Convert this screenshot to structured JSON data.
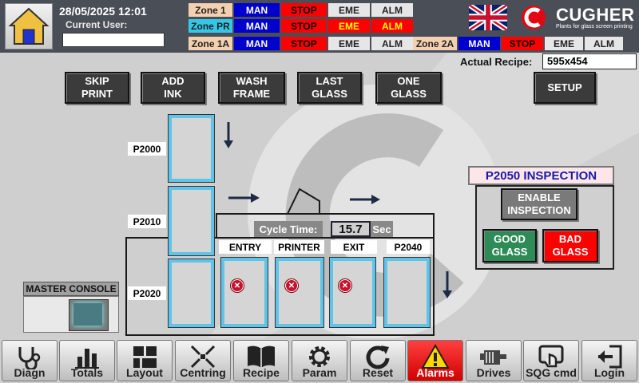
{
  "header": {
    "datetime": "28/05/2025 12:01",
    "current_user_label": "Current User:",
    "current_user_value": ""
  },
  "zones": {
    "zone1": {
      "label": "Zone 1",
      "man": "MAN",
      "stop": "STOP",
      "eme": "EME",
      "alm": "ALM"
    },
    "zonePR": {
      "label": "Zone PR",
      "man": "MAN",
      "stop": "STOP",
      "eme": "EME",
      "alm": "ALM"
    },
    "zone1A": {
      "label": "Zone 1A",
      "man": "MAN",
      "stop": "STOP",
      "eme": "EME",
      "alm": "ALM"
    },
    "zone2A": {
      "label": "Zone 2A",
      "man": "MAN",
      "stop": "STOP",
      "eme": "EME",
      "alm": "ALM"
    }
  },
  "logo": {
    "name": "CUGHER",
    "tagline": "Plants for glass screen printing"
  },
  "recipe": {
    "label": "Actual Recipe:",
    "value": "595x454"
  },
  "actions": {
    "skip_print": "SKIP\nPRINT",
    "add_ink": "ADD\nINK",
    "wash_frame": "WASH\nFRAME",
    "last_glass": "LAST\nGLASS",
    "one_glass": "ONE\nGLASS",
    "setup": "SETUP"
  },
  "stations": {
    "p2000": "P2000",
    "p2010": "P2010",
    "p2020": "P2020",
    "entry": "ENTRY",
    "printer": "PRINTER",
    "exit": "EXIT",
    "p2040": "P2040"
  },
  "cycle": {
    "label": "Cycle Time:",
    "value": "15.7",
    "unit": "Sec"
  },
  "inspection": {
    "title": "P2050 INSPECTION",
    "enable": "ENABLE\nINSPECTION",
    "good": "GOOD\nGLASS",
    "bad": "BAD\nGLASS"
  },
  "master_console": {
    "label": "MASTER CONSOLE"
  },
  "nav": {
    "diagn": "Diagn",
    "totals": "Totals",
    "layout": "Layout",
    "centring": "Centring",
    "recipe": "Recipe",
    "param": "Param",
    "reset": "Reset",
    "alarms": "Alarms",
    "drives": "Drives",
    "sqg_cmd": "SQG cmd",
    "login": "Login"
  },
  "colors": {
    "station_border": "#5ec4ea",
    "man": "#0000cc",
    "stop": "#ff0000",
    "alarm_active": "#ff0000",
    "good": "#2e8b57",
    "bad": "#ff0000"
  }
}
